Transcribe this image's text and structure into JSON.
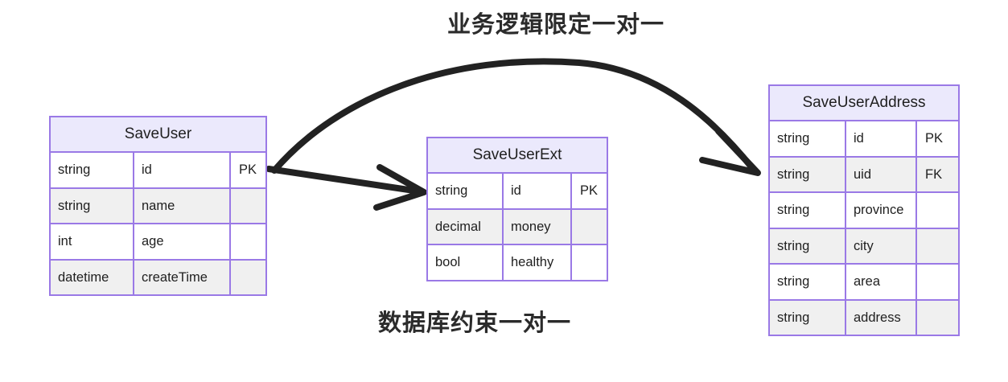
{
  "diagram": {
    "type": "entity-relationship",
    "notes": {
      "business_rule": "业务逻辑限定一对一",
      "db_constraint": "数据库约束一对一"
    },
    "colors": {
      "entity_border": "#9a79e6",
      "entity_header_fill": "#ebe9fc",
      "row_alt_fill": "#f0f0f0",
      "row_fill": "#ffffff",
      "connector": "#222222",
      "text": "#1f1f1f"
    },
    "entities": [
      {
        "name": "SaveUser",
        "rows": [
          {
            "type": "string",
            "field": "id",
            "key": "PK"
          },
          {
            "type": "string",
            "field": "name",
            "key": ""
          },
          {
            "type": "int",
            "field": "age",
            "key": ""
          },
          {
            "type": "datetime",
            "field": "createTime",
            "key": ""
          }
        ]
      },
      {
        "name": "SaveUserExt",
        "rows": [
          {
            "type": "string",
            "field": "id",
            "key": "PK"
          },
          {
            "type": "decimal",
            "field": "money",
            "key": ""
          },
          {
            "type": "bool",
            "field": "healthy",
            "key": ""
          }
        ]
      },
      {
        "name": "SaveUserAddress",
        "rows": [
          {
            "type": "string",
            "field": "id",
            "key": "PK"
          },
          {
            "type": "string",
            "field": "uid",
            "key": "FK"
          },
          {
            "type": "string",
            "field": "province",
            "key": ""
          },
          {
            "type": "string",
            "field": "city",
            "key": ""
          },
          {
            "type": "string",
            "field": "area",
            "key": ""
          },
          {
            "type": "string",
            "field": "address",
            "key": ""
          }
        ]
      }
    ],
    "relations": [
      {
        "from": "SaveUser",
        "to": "SaveUserExt",
        "style": "straight",
        "label": "数据库约束一对一"
      },
      {
        "from": "SaveUser",
        "to": "SaveUserAddress",
        "style": "curved",
        "label": "业务逻辑限定一对一"
      }
    ]
  }
}
